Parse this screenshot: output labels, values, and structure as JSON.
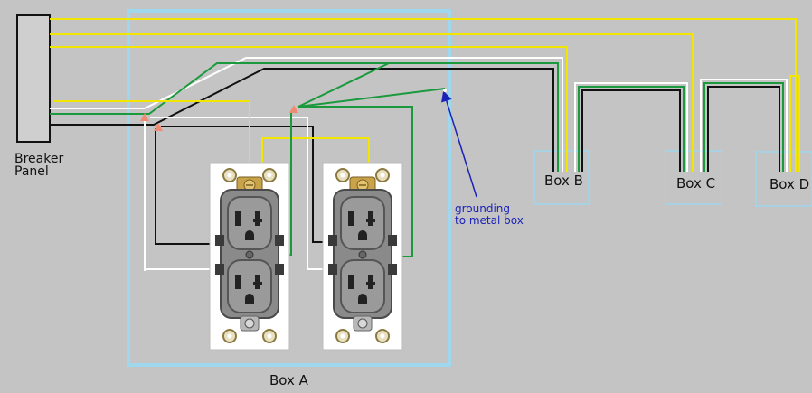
{
  "labels": {
    "breaker_panel_line1": "Breaker",
    "breaker_panel_line2": "Panel",
    "box_a": "Box A",
    "box_b": "Box B",
    "box_c": "Box C",
    "box_d": "Box D",
    "grounding_line1": "grounding",
    "grounding_line2": "to metal box"
  },
  "colors": {
    "background": "#c4c4c4",
    "box_outline": "#9fd7ee",
    "hot_wire": "#111111",
    "neutral_wire": "#ffffff",
    "ground_wire": "#1a9a3c",
    "traveler_wire": "#f2e500",
    "annotation": "#1a22b8",
    "junction_marker": "#f08a70",
    "outlet_body": "#8a8a8a"
  },
  "icons": [
    "breaker-panel-icon",
    "duplex-outlet-icon",
    "junction-marker-icon",
    "annotation-arrow-icon"
  ]
}
